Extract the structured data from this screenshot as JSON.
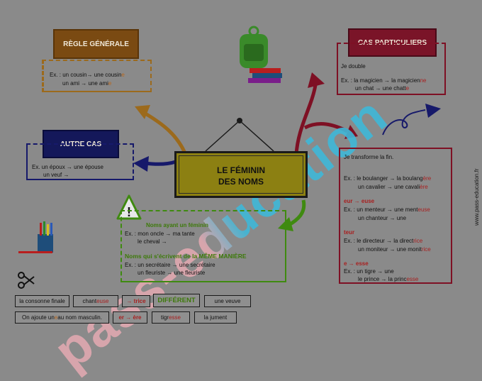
{
  "center": {
    "line1": "LE FÉMININ",
    "line2": "DES NOMS"
  },
  "regle": {
    "title": "RÈGLE GÉNÉRALE",
    "ex_prefix": "Ex. : un cousin→ une cousin",
    "ex_suffix": "e",
    "line2_prefix": "un ami → une ami",
    "line2_suffix": "e"
  },
  "autre": {
    "title": "AUTRE CAS",
    "line1": "Ex. un époux → une épouse",
    "line2": "un veuf →"
  },
  "cas": {
    "title": "CAS PARTICULIERS",
    "line1": "Je double",
    "line2_prefix": "Ex. : la magicien → la magicien",
    "line2_suffix": "ne",
    "line3_prefix": "un chat → une chatt",
    "line3_suffix": "e"
  },
  "transform": {
    "intro": "Je transforme la fin.",
    "ex1a_prefix": "Ex. : le boulanger → la boulang",
    "ex1a_suffix": "ère",
    "ex1b_prefix": "un cavalier → une cavali",
    "ex1b_suffix": "ère",
    "h2": "eur → euse",
    "ex2a_prefix": "Ex. : un menteur → une ment",
    "ex2a_suffix": "euse",
    "ex2b": "un chanteur → une",
    "h3": "teur",
    "ex3a_prefix": "Ex. : le directeur → la direct",
    "ex3a_suffix": "rice",
    "ex3b_prefix": "un moniteur → une monit",
    "ex3b_suffix": "rice",
    "h4": "e → esse",
    "ex4a": "Ex. : un tigre → une",
    "ex4b_prefix": "le prince → la princ",
    "ex4b_suffix": "esse"
  },
  "green": {
    "h1": "Noms ayant un féminin",
    "l1": "Ex. : mon oncle → ma tante",
    "l2": "le cheval →",
    "h2": "Noms qui s'écrivent de la MÊME MANIÈRE",
    "l3": "Ex. : un secrétaire → une secrétaire",
    "l4": "un fleuriste → une fleuriste"
  },
  "chips": {
    "c1": "la consonne finale",
    "c2_prefix": "chant",
    "c2_suffix": "euse",
    "c3": "→ trice",
    "c4": "DIFFÉRENT",
    "c5": "une veuve",
    "c6_prefix": "On ajoute un ",
    "c6_mid": "e",
    "c6_suffix": " au nom masculin.",
    "c7": "er → ère",
    "c8_prefix": "tigr",
    "c8_suffix": "esse",
    "c9": "la jument"
  },
  "side_url": "www.pass-education.fr",
  "watermark": "pass-education",
  "colors": {
    "regle_bg": "#7a4a12",
    "autre_bg": "#14185a",
    "cas_bg": "#7a1428",
    "center_bg": "#8c8012",
    "arrow_orange": "#9c6a1c",
    "arrow_navy": "#16196a",
    "arrow_red": "#7e1024",
    "arrow_green": "#3f8a10",
    "wm_pink": "#e0a8b0",
    "wm_cyan": "#3fb8d8"
  }
}
